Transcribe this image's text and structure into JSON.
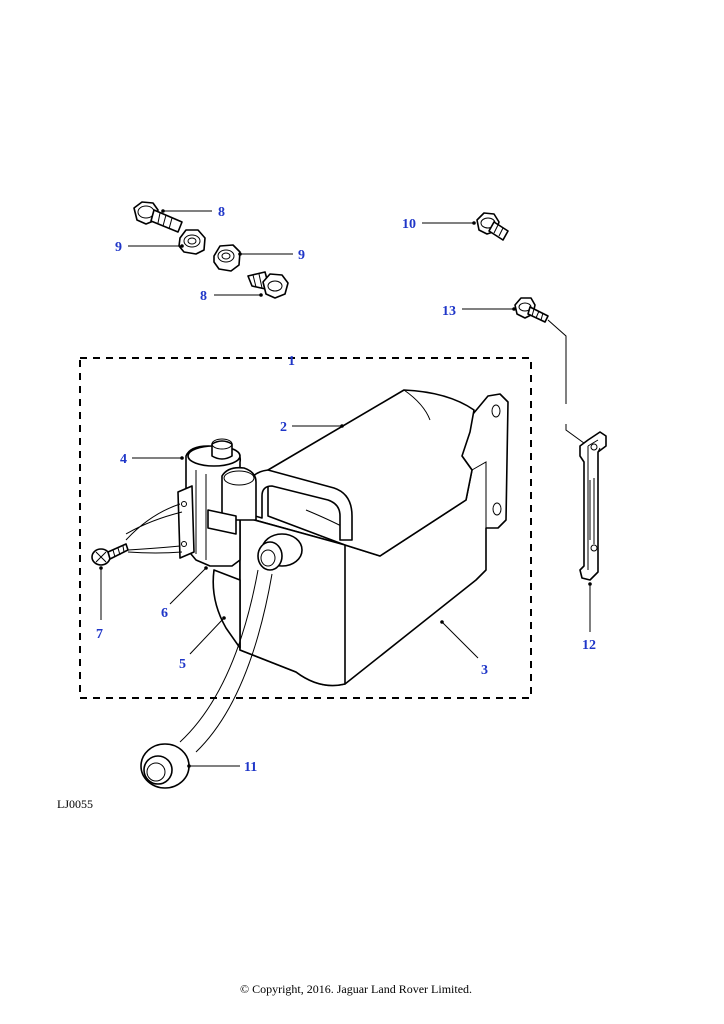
{
  "diagram": {
    "drawing_id": "LJ0055",
    "copyright": "© Copyright, 2016. Jaguar Land Rover Limited.",
    "callouts": {
      "c1": "1",
      "c2": "2",
      "c3": "3",
      "c4": "4",
      "c5": "5",
      "c6": "6",
      "c7": "7",
      "c8a": "8",
      "c8b": "8",
      "c9a": "9",
      "c9b": "9",
      "c10": "10",
      "c11": "11",
      "c12": "12",
      "c13": "13"
    },
    "colors": {
      "callout": "#1f36c8",
      "line": "#000000",
      "background": "#ffffff"
    }
  }
}
